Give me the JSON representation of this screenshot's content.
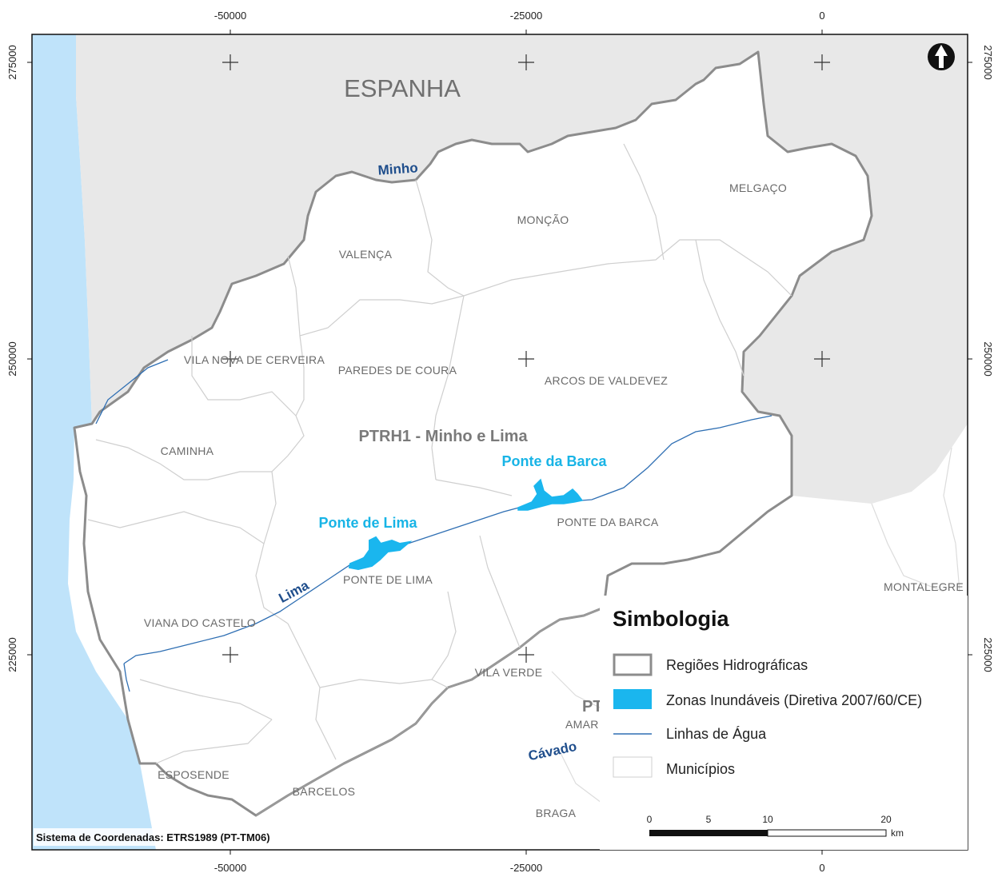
{
  "coords": {
    "x": [
      "-50000",
      "-25000",
      "0"
    ],
    "y": [
      "275000",
      "250000",
      "225000"
    ]
  },
  "labels": {
    "country": "ESPANHA",
    "region": "PTRH1 -  Minho e Lima",
    "river_minho": "Minho",
    "river_lima": "Lima",
    "river_cavado": "Cávado",
    "flood_ponte_barca": "Ponte da Barca",
    "flood_ponte_lima": "Ponte de Lima",
    "partial_region": "PT",
    "partial_amar": "AMAR",
    "municipalities": [
      "MELGAÇO",
      "MONÇÃO",
      "VALENÇA",
      "VILA NOVA DE CERVEIRA",
      "PAREDES DE COURA",
      "ARCOS DE VALDEVEZ",
      "CAMINHA",
      "PONTE DA BARCA",
      "PONTE DE LIMA",
      "VIANA DO CASTELO",
      "VILA VERDE",
      "ESPOSENDE",
      "BARCELOS",
      "BRAGA",
      "MONTALEGRE"
    ]
  },
  "legend": {
    "title": "Simbologia",
    "items": [
      "Regiões Hidrográficas",
      "Zonas Inundáveis (Diretiva 2007/60/CE)",
      "Linhas de Água",
      "Municípios"
    ]
  },
  "scale": {
    "ticks": [
      "0",
      "5",
      "10",
      "20"
    ],
    "unit": "km"
  },
  "crs": "Sistema de Coordenadas: ETRS1989 (PT-TM06)",
  "colors": {
    "sea": "#bfe3fa",
    "spain": "#e8e8e8",
    "land": "#ffffff",
    "region_border": "#8c8c8c",
    "flood": "#1ab6ee",
    "river": "#2f6fb3"
  },
  "icons": {
    "north_arrow": "north-arrow-icon"
  }
}
